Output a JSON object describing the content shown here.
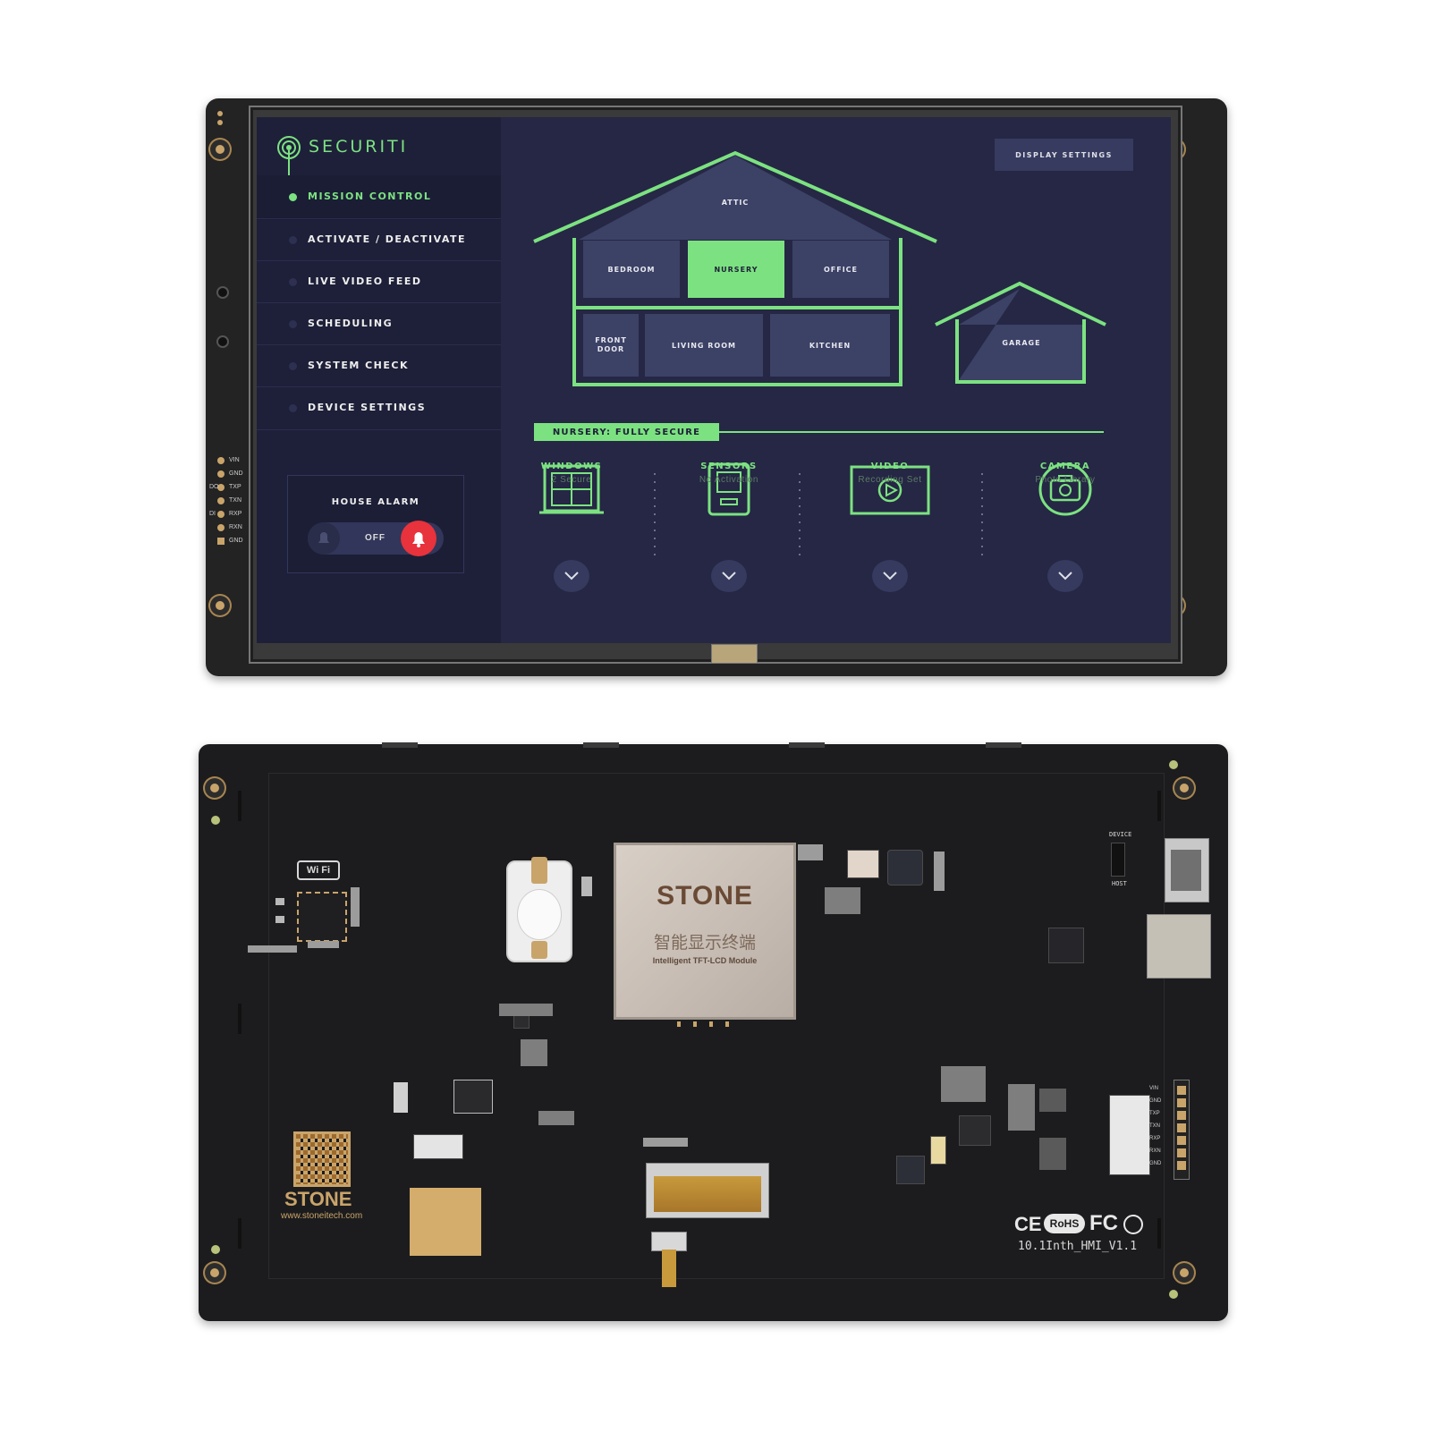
{
  "front": {
    "brand": "SECURITI",
    "display_settings": "DISPLAY SETTINGS",
    "menu": [
      "MISSION CONTROL",
      "ACTIVATE / DEACTIVATE",
      "LIVE VIDEO FEED",
      "SCHEDULING",
      "SYSTEM CHECK",
      "DEVICE SETTINGS"
    ],
    "alarm": {
      "title": "HOUSE ALARM",
      "state": "OFF"
    },
    "rooms": {
      "attic": "ATTIC",
      "bedroom": "BEDROOM",
      "nursery": "NURSERY",
      "office": "OFFICE",
      "front_door_1": "FRONT",
      "front_door_2": "DOOR",
      "living_room": "LIVING ROOM",
      "kitchen": "KITCHEN",
      "garage": "GARAGE"
    },
    "status": "NURSERY: FULLY SECURE",
    "features": [
      {
        "title": "WINDOWS",
        "sub": "2 Secure"
      },
      {
        "title": "SENSORS",
        "sub": "No Activation"
      },
      {
        "title": "VIDEO",
        "sub": "Recording Set"
      },
      {
        "title": "CAMERA",
        "sub": "Photo Library"
      }
    ],
    "pins": [
      "VIN",
      "GND",
      "TXP",
      "TXN",
      "RXP",
      "RXN",
      "GND"
    ],
    "pin_group_do": "DO",
    "pin_group_di": "DI"
  },
  "back": {
    "chip_brand": "STONE",
    "chip_cn": "智能显示终端",
    "chip_en": "Intelligent TFT-LCD Module",
    "wifi": "Wi Fi",
    "logo": "STONE",
    "url": "www.stoneitech.com",
    "model": "10.1Inth_HMI_V1.1",
    "rohs": "RoHS",
    "device": "DEVICE",
    "host": "HOST",
    "right_pins": [
      "VIN",
      "GND",
      "TXP",
      "TXN",
      "RXP",
      "RXN",
      "GND"
    ]
  },
  "colors": {
    "accent": "#7ce281",
    "screen_bg": "#252744",
    "alarm_red": "#e8323c"
  }
}
